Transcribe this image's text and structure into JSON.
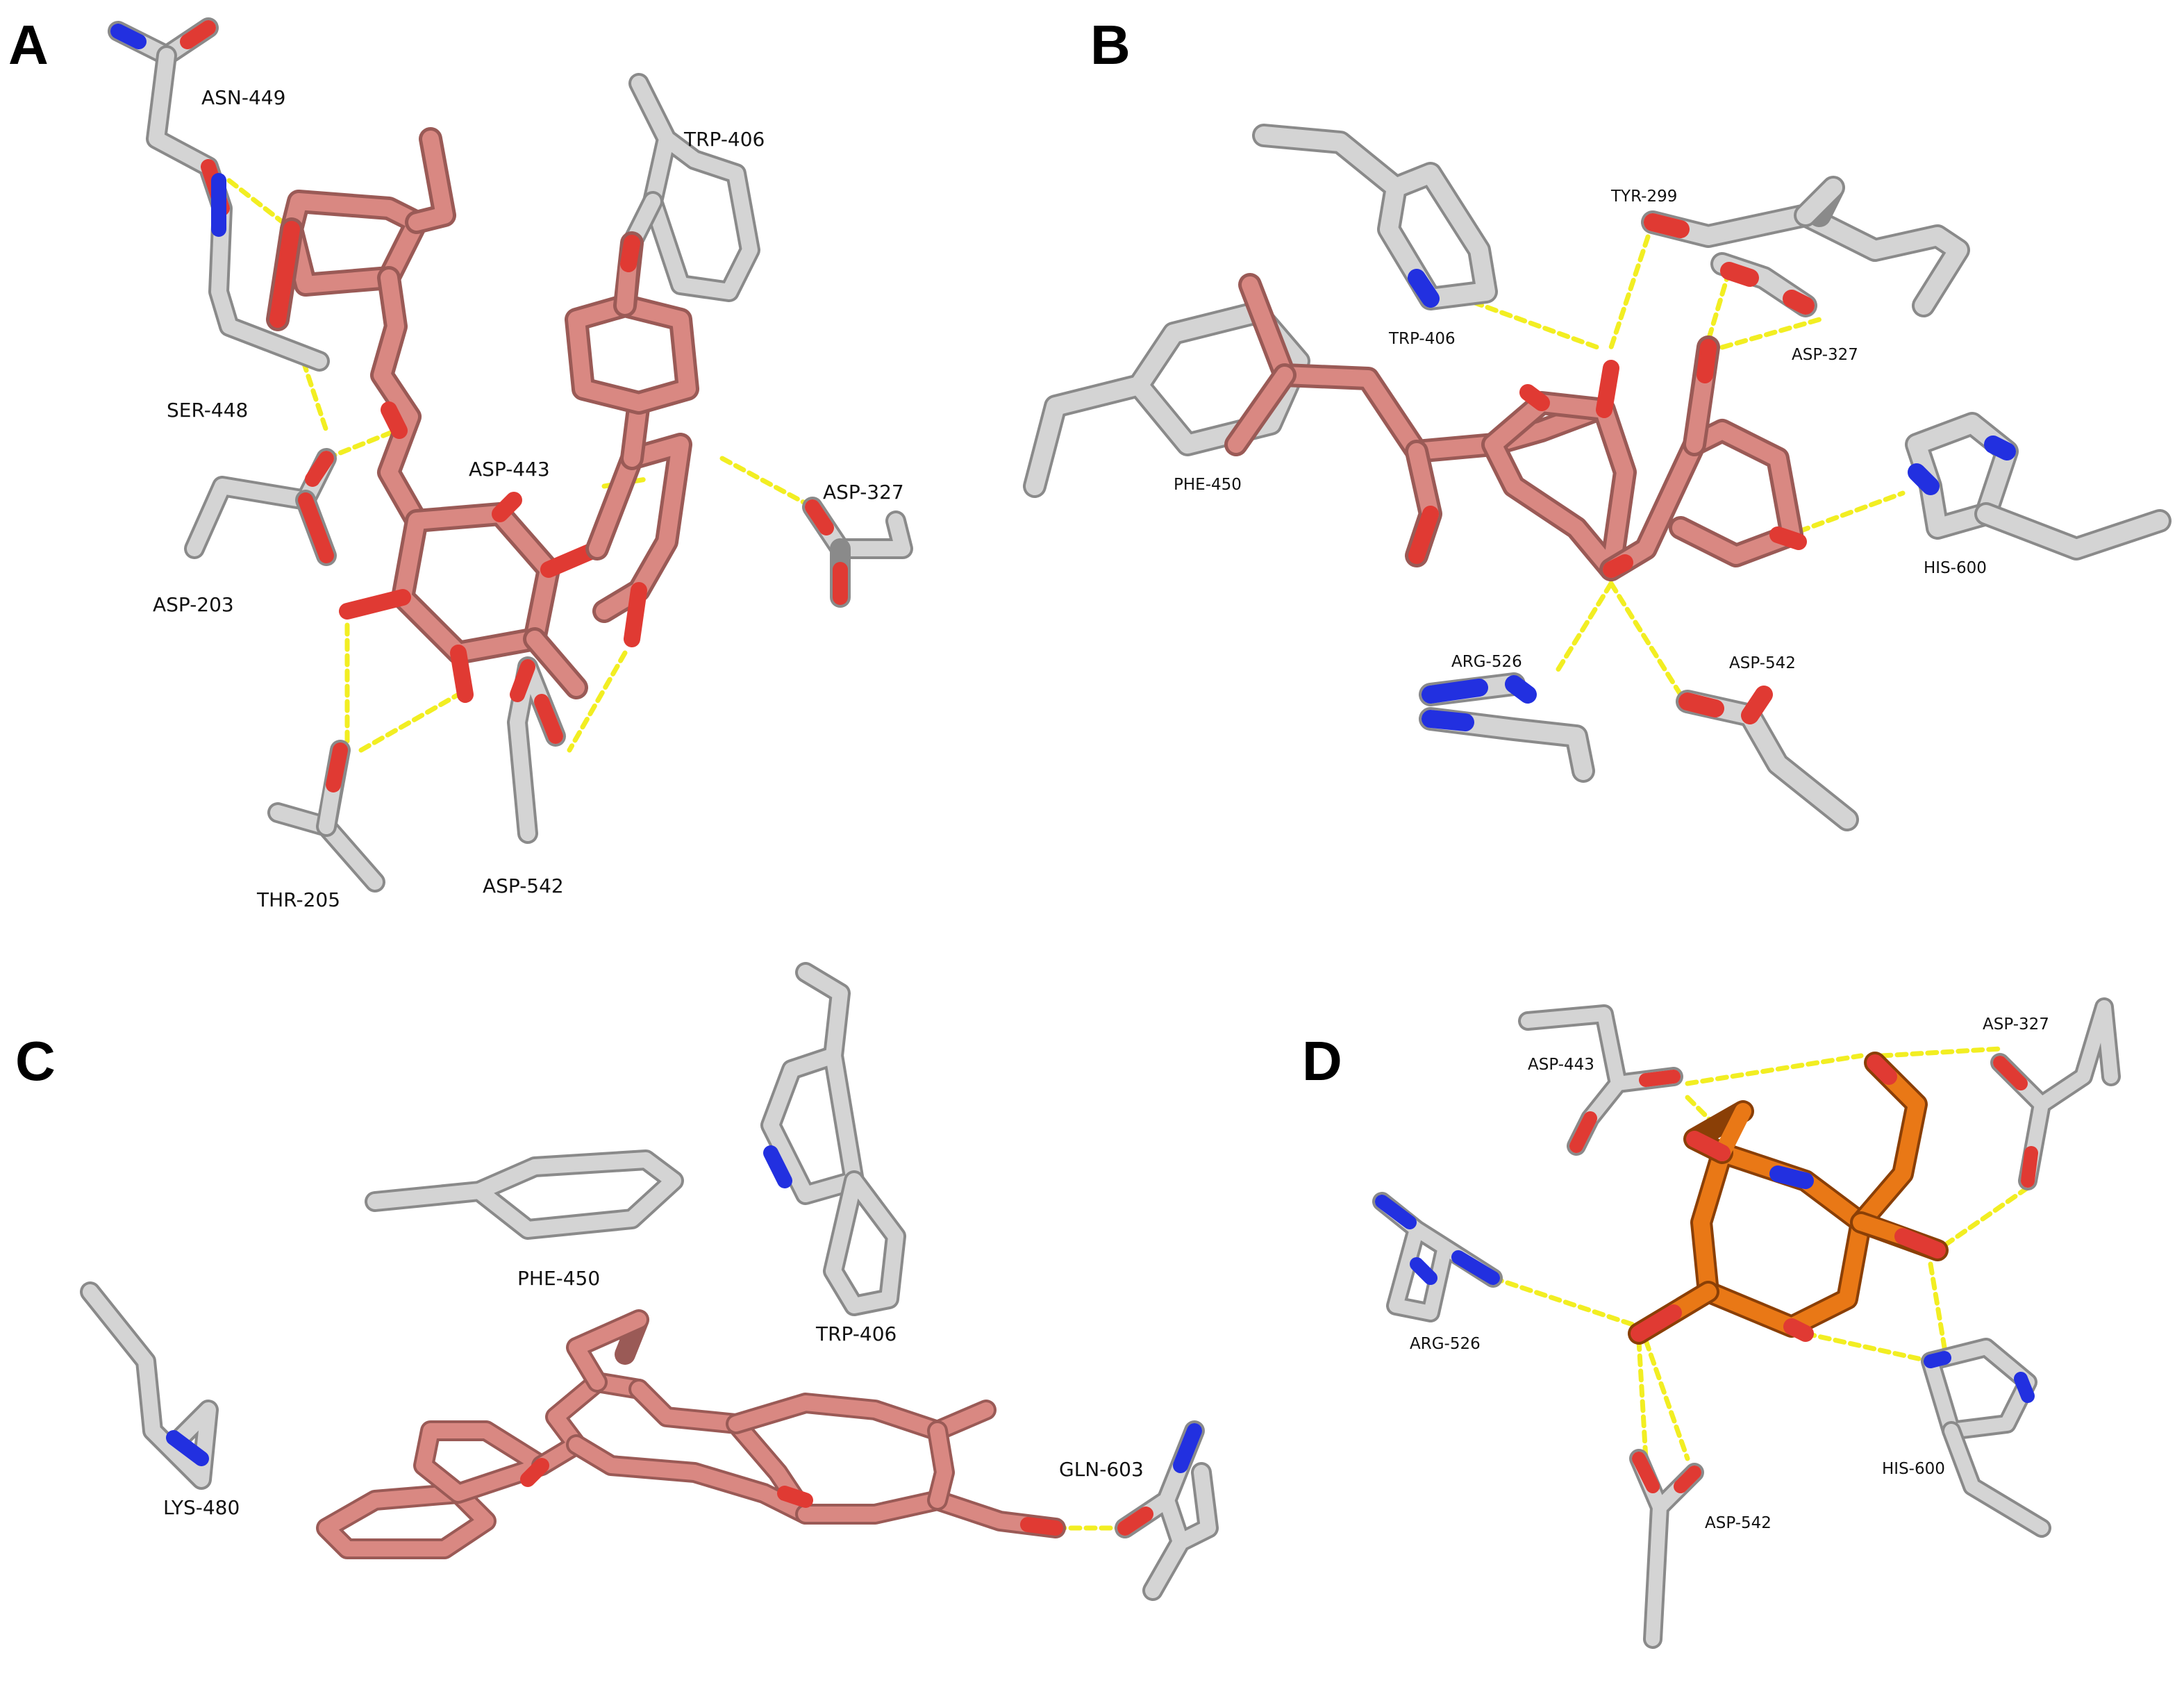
{
  "figure": {
    "panels": [
      {
        "id": "A",
        "label": "A",
        "residues": [
          "ASN-449",
          "TRP-406",
          "SER-448",
          "ASP-443",
          "ASP-327",
          "ASP-203",
          "THR-205",
          "ASP-542"
        ]
      },
      {
        "id": "B",
        "label": "B",
        "residues": [
          "TYR-299",
          "TRP-406",
          "ASP-327",
          "PHE-450",
          "HIS-600",
          "ARG-526",
          "ASP-542"
        ]
      },
      {
        "id": "C",
        "label": "C",
        "residues": [
          "PHE-450",
          "TRP-406",
          "LYS-480",
          "GLN-603"
        ]
      },
      {
        "id": "D",
        "label": "D",
        "residues": [
          "ASP-443",
          "ASP-327",
          "ARG-526",
          "HIS-600",
          "ASP-542"
        ]
      }
    ],
    "colors": {
      "protein_carbon": "#d4d4d4",
      "ligand_carbon_salmon": "#d98882",
      "ligand_carbon_orange": "#e97816",
      "oxygen": "#e03a33",
      "nitrogen": "#2230e0",
      "hbond": "#f2ee22"
    }
  }
}
